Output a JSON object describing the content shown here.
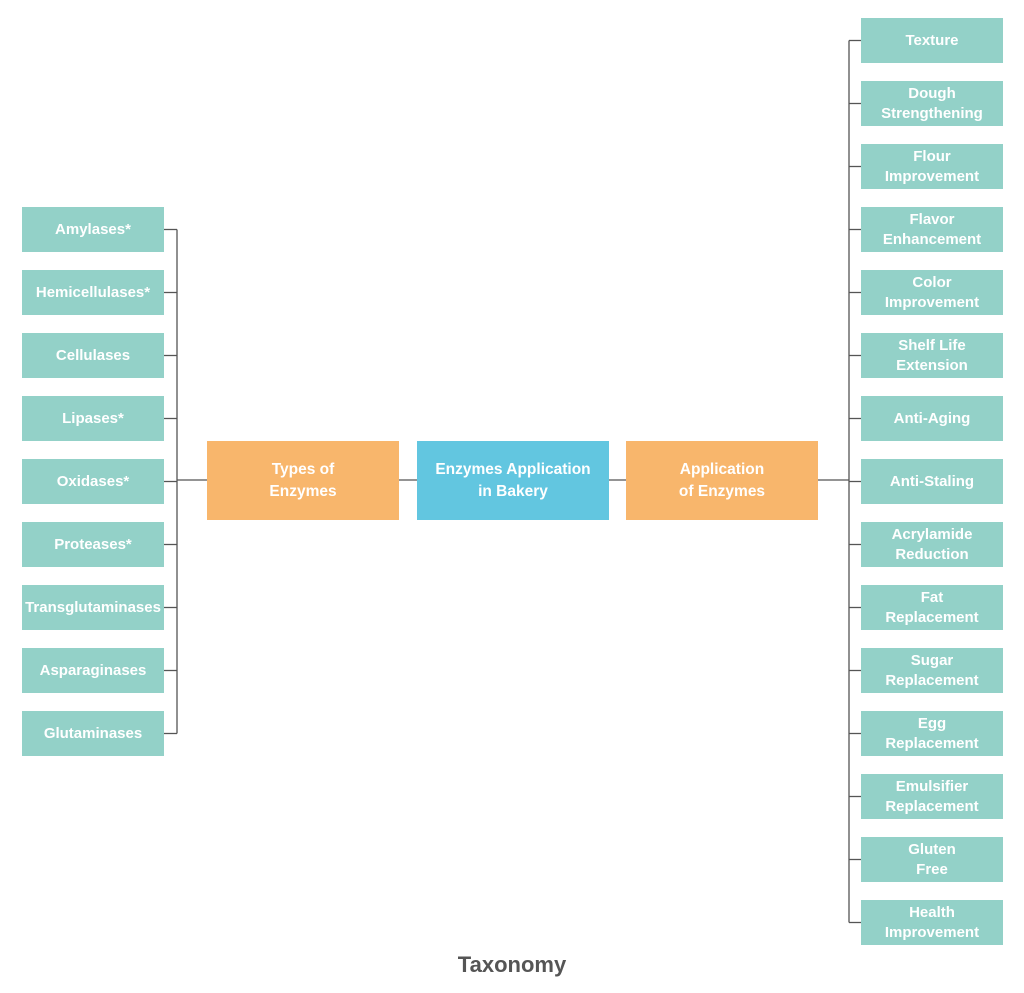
{
  "diagram": {
    "center": "Enzymes Application\nin Bakery",
    "left_branch": "Types of\nEnzymes",
    "right_branch": "Application\nof Enzymes",
    "left_items": [
      "Amylases*",
      "Hemicellulases*",
      "Cellulases",
      "Lipases*",
      "Oxidases*",
      "Proteases*",
      "Transglutaminases",
      "Asparaginases",
      "Glutaminases"
    ],
    "right_items": [
      "Texture",
      "Dough\nStrengthening",
      "Flour\nImprovement",
      "Flavor\nEnhancement",
      "Color\nImprovement",
      "Shelf Life\nExtension",
      "Anti-Aging",
      "Anti-Staling",
      "Acrylamide\nReduction",
      "Fat\nReplacement",
      "Sugar\nReplacement",
      "Egg\nReplacement",
      "Emulsifier\nReplacement",
      "Gluten\nFree",
      "Health\nImprovement"
    ],
    "caption": "Taxonomy",
    "colors": {
      "leaf": "#93d1c8",
      "branch": "#f8b66c",
      "center": "#62c6e0",
      "connector": "#555555",
      "caption": "#555555"
    }
  }
}
